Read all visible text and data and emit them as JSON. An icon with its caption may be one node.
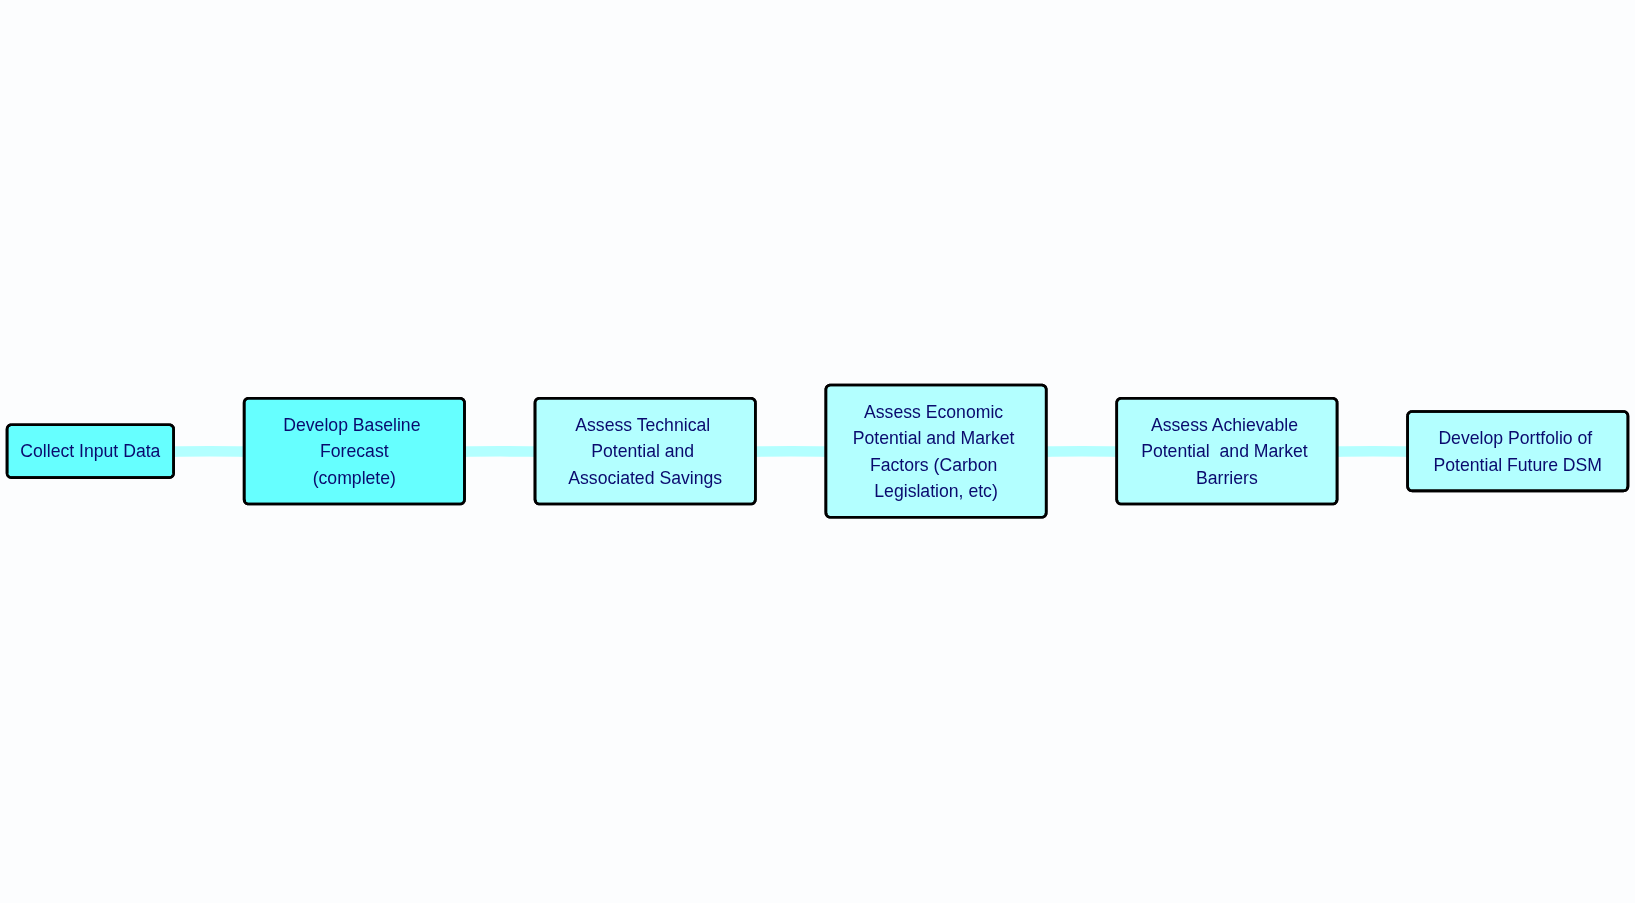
{
  "diagram": {
    "nodes": [
      {
        "text": [
          "Collect Input Data"
        ]
      },
      {
        "text": [
          "Develop Portfolio of Potential Future DSM"
        ]
      },
      {
        "text": [
          "Develop Baseline Forecast",
          "(complete)"
        ]
      },
      {
        "text": [
          "Assess Achievable Potential  and Market Barriers"
        ]
      },
      {
        "text": [
          "Assess Technical Potential and Associated Savings"
        ]
      },
      {
        "text": [
          "Assess Economic Potential and Market Factors (Carbon Legislation, etc)"
        ]
      }
    ],
    "edges": [
      {
        "from": 0,
        "to": 2,
        "arrow": "none"
      },
      {
        "from": 2,
        "to": 4,
        "arrow": "none"
      },
      {
        "from": 4,
        "to": 5,
        "arrow": "none"
      },
      {
        "from": 5,
        "to": 3,
        "arrow": "none"
      },
      {
        "from": 3,
        "to": 1,
        "arrow": "none"
      }
    ]
  }
}
